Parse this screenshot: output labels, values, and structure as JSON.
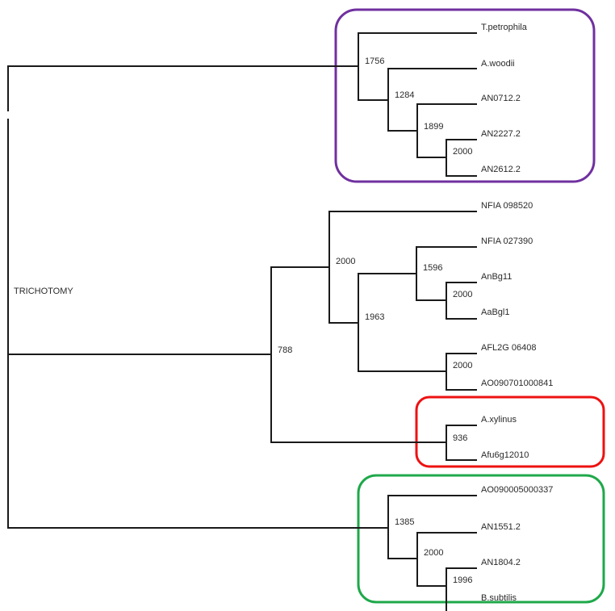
{
  "diagram": {
    "type": "phylogenetic-tree",
    "annotation": "TRICHOTOMY",
    "root_children": [
      "clade_top",
      "clade_middle",
      "clade_bottom"
    ],
    "clades": {
      "top": {
        "highlight_color": "#7030a0",
        "support": "1756",
        "tree": {
          "support": "1756",
          "children": [
            {
              "tip": "T.petrophila"
            },
            {
              "support": "1284",
              "children": [
                {
                  "tip": "A.woodii"
                },
                {
                  "support": "1899",
                  "children": [
                    {
                      "tip": "AN0712.2"
                    },
                    {
                      "support": "2000",
                      "children": [
                        {
                          "tip": "AN2227.2"
                        },
                        {
                          "tip": "AN2612.2"
                        }
                      ]
                    }
                  ]
                }
              ]
            }
          ]
        }
      },
      "middle": {
        "support": "788",
        "tree": {
          "support": "788",
          "children": [
            {
              "support": "2000",
              "children": [
                {
                  "tip": "NFIA 098520"
                },
                {
                  "support": "1963",
                  "children": [
                    {
                      "support": "1596",
                      "children": [
                        {
                          "tip": "NFIA 027390"
                        },
                        {
                          "support": "2000",
                          "children": [
                            {
                              "tip": "AnBg11"
                            },
                            {
                              "tip": "AaBgl1"
                            }
                          ]
                        }
                      ]
                    },
                    {
                      "support": "2000",
                      "children": [
                        {
                          "tip": "AFL2G 06408"
                        },
                        {
                          "tip": "AO090701000841"
                        }
                      ]
                    }
                  ]
                }
              ]
            },
            {
              "support": "936",
              "highlight_color": "#ee1111",
              "children": [
                {
                  "tip": "A.xylinus"
                },
                {
                  "tip": "Afu6g12010"
                }
              ]
            }
          ]
        }
      },
      "bottom": {
        "highlight_color": "#1fa84a",
        "support": "1385",
        "tree": {
          "support": "1385",
          "children": [
            {
              "tip": "AO090005000337"
            },
            {
              "support": "2000",
              "children": [
                {
                  "tip": "AN1551.2"
                },
                {
                  "support": "1996",
                  "children": [
                    {
                      "tip": "AN1804.2"
                    },
                    {
                      "tip": "B.subtilis"
                    }
                  ]
                }
              ]
            }
          ]
        }
      }
    },
    "tips": [
      "T.petrophila",
      "A.woodii",
      "AN0712.2",
      "AN2227.2",
      "AN2612.2",
      "NFIA 098520",
      "NFIA 027390",
      "AnBg11",
      "AaBgl1",
      "AFL2G 06408",
      "AO090701000841",
      "A.xylinus",
      "Afu6g12010",
      "AO090005000337",
      "AN1551.2",
      "AN1804.2",
      "B.subtilis"
    ],
    "support_values": [
      "1756",
      "1284",
      "1899",
      "2000",
      "2000",
      "1963",
      "1596",
      "2000",
      "2000",
      "788",
      "936",
      "1385",
      "2000",
      "1996"
    ]
  }
}
